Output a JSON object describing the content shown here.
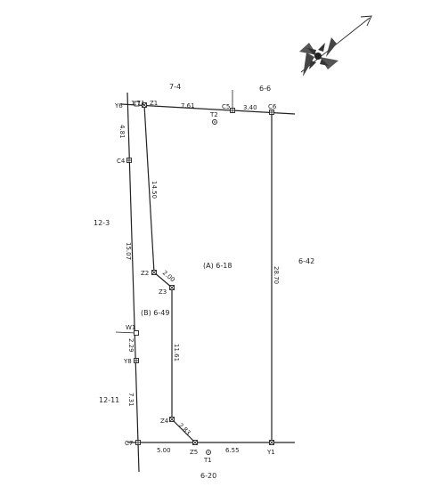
{
  "diagram": {
    "points": {
      "Y6": "Y6",
      "Z1": "Z1",
      "C5": "C5",
      "C6": "C6",
      "T2": "T2",
      "C4": "C4",
      "Z2": "Z2",
      "Z3": "Z3",
      "W1": "W1",
      "Y8": "Y8",
      "Z4": "Z4",
      "C7": "C7",
      "Z5": "Z5",
      "T1": "T1",
      "Y1": "Y1"
    },
    "dimensions": {
      "y6_z1": "1.71",
      "z1_c5": "7.61",
      "c5_c6": "3.40",
      "y6_c4": "4.81",
      "z1_z2": "14.50",
      "c4_w1": "15.07",
      "z2_z3": "2.00",
      "z3_z4": "11.61",
      "w1_y8": "2.29",
      "y8_c7": "7.31",
      "z4_z5": "2.83",
      "c7_z5": "5.00",
      "z5_y1": "6.55",
      "c6_y1": "28.70"
    },
    "parcels": {
      "top_left": "7-4",
      "top_right": "6-6",
      "left_upper": "12-3",
      "left_lower": "12-11",
      "right": "6-42",
      "bottom": "6-20",
      "main_a": "(A) 6-18",
      "main_b": "(B) 6-49"
    }
  }
}
